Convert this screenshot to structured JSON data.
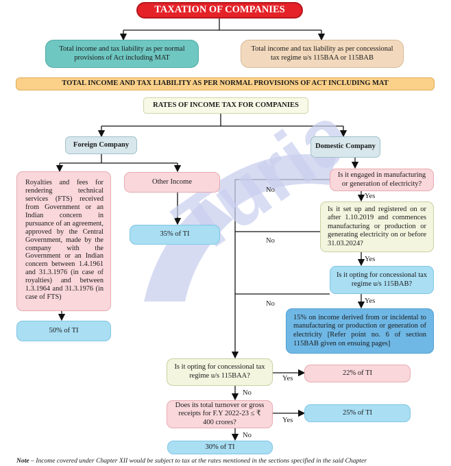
{
  "title": "TAXATION OF COMPANIES",
  "top_left": "Total income and tax liability as per normal provisions of Act including MAT",
  "top_right": "Total income and tax liability as per concessional tax regime u/s 115BAA or 115BAB",
  "banner": "TOTAL INCOME AND TAX LIABILITY AS PER NORMAL PROVISIONS OF ACT INCLUDING MAT",
  "rates_heading": "RATES OF INCOME TAX FOR COMPANIES",
  "foreign": {
    "label": "Foreign Company",
    "royalty_text": "Royalties and fees for rendering technical services (FTS) received from Government or an Indian concern in pursuance of an agreement, approved by the Central Government, made by the company with the Government or an Indian concern between 1.4.1961 and 31.3.1976 (in case of royalties) and between 1.3.1964 and 31.3.1976 (in case of FTS)",
    "royalty_rate": "50% of TI",
    "other_label": "Other Income",
    "other_rate": "35% of TI"
  },
  "domestic": {
    "label": "Domestic Company",
    "q1": "Is it engaged in manufacturing or generation of electricity?",
    "q2": "Is it set up and registered on or after 1.10.2019 and commences manufacturing or production or generating electricity on or before 31.03.2024?",
    "q3": "Is it opting for concessional tax regime u/s 115BAB?",
    "r115bab": "15% on income derived from or incidental to manufacturing or production or generation of electricity [Refer point no. 6 of section 115BAB given on ensuing pages]",
    "q4": "Is it opting for concessional tax regime u/s 115BAA?",
    "r115baa": "22% of TI",
    "q5": "Does its total turnover or gross receipts for F.Y 2022-23 ≤ ₹ 400 crores?",
    "r25": "25% of TI",
    "r30": "30% of TI"
  },
  "labels": {
    "yes": "Yes",
    "no": "No"
  },
  "watermark": "Turia",
  "note_label": "Note",
  "note_text": " – Income covered under Chapter XII would be subject to tax at the rates mentioned in the sections specified in the said Chapter",
  "colors": {
    "title_red": "#e42228",
    "teal": "#6fc7c2",
    "tan": "#f2d9bd",
    "banner_orange": "#fbd089",
    "pink": "#f9d7db",
    "blue": "#a9def3",
    "green": "#f3f5df",
    "watermark": "#c9cfee"
  }
}
